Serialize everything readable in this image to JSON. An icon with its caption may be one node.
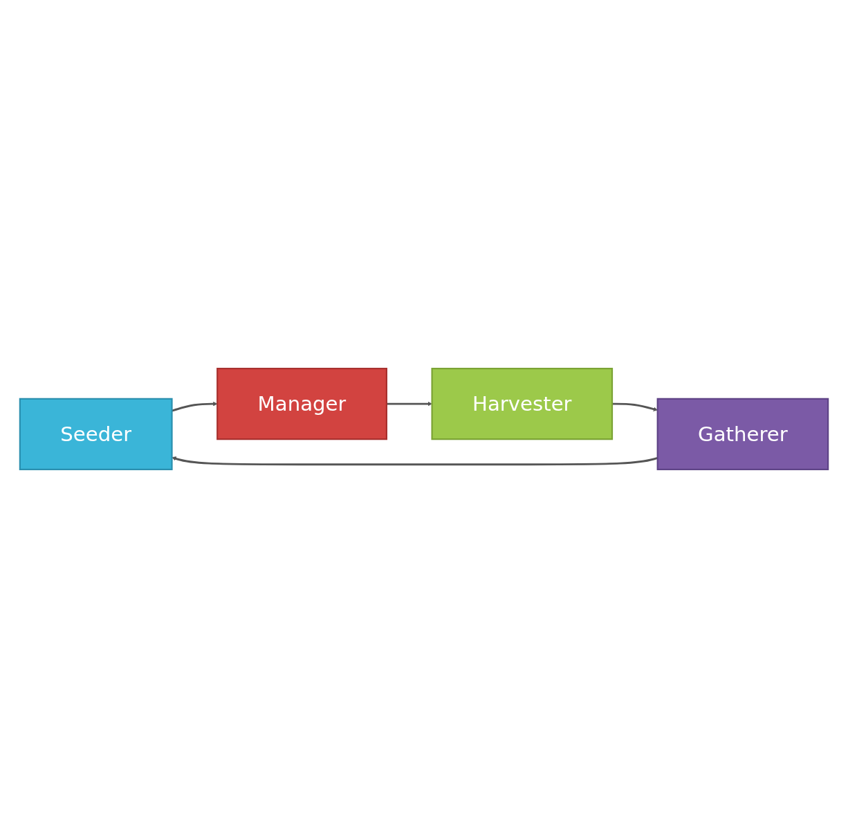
{
  "diagram": {
    "nodes": [
      {
        "text": [
          "Seeder"
        ]
      },
      {
        "text": [
          "Manager"
        ]
      },
      {
        "text": [
          "Harvester"
        ]
      },
      {
        "text": [
          "Gatherer"
        ]
      }
    ],
    "edges": [
      {
        "from": 0,
        "to": 1,
        "arrow": "to"
      },
      {
        "from": 1,
        "to": 2,
        "arrow": "to"
      },
      {
        "from": 2,
        "to": 3,
        "arrow": "to"
      },
      {
        "from": 3,
        "to": 0,
        "arrow": "to"
      }
    ]
  }
}
